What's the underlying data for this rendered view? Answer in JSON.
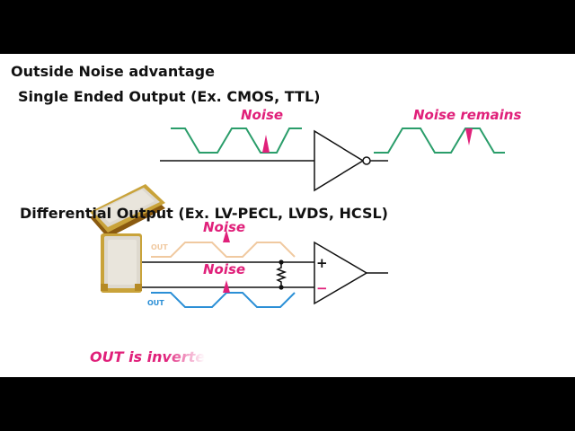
{
  "title": "Outside Noise advantage",
  "single_ended": {
    "heading": "Single Ended Output (Ex. CMOS, TTL)",
    "noise_label": "Noise",
    "noise_remains_label": "Noise remains"
  },
  "differential": {
    "heading": "Differential Output (Ex. LV-PECL, LVDS, HCSL)",
    "noise_label_top": "Noise",
    "noise_label_bottom": "Noise",
    "out_label": "OUT",
    "out_bar_label": "OUT",
    "plus_sign": "+",
    "minus_sign": "−"
  },
  "note": "OUT is inverted",
  "colors": {
    "noise": "#e0207a",
    "single_wave": "#2a9d6a",
    "out_wave": "#f0c9a0",
    "out_bar_wave": "#2b8fd6",
    "line": "#111111"
  }
}
